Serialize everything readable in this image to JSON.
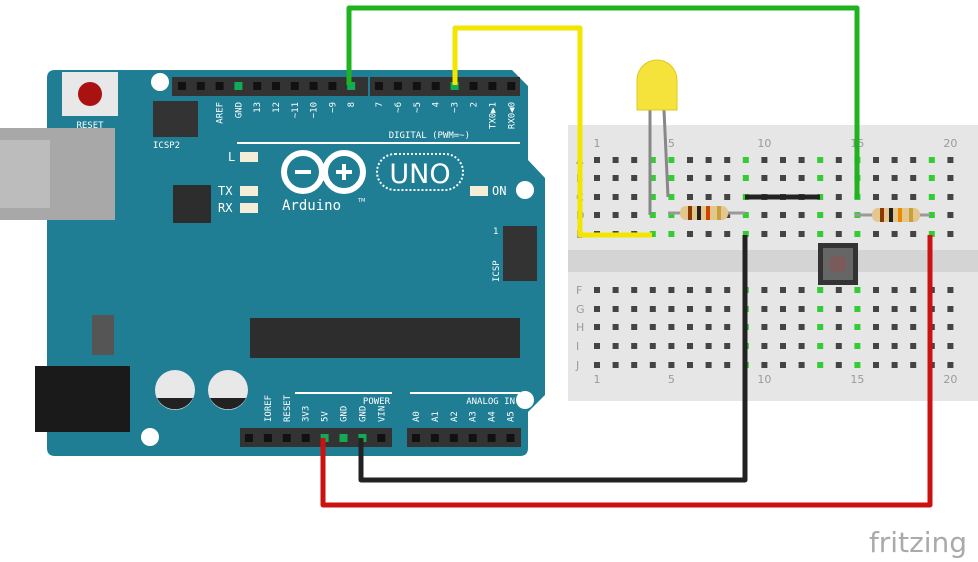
{
  "board": {
    "reset_label": "RESET",
    "icsp2_label": "ICSP2",
    "icsp_label": "ICSP",
    "icsp_pin1": "1",
    "led_l": "L",
    "led_tx": "TX",
    "led_rx": "RX",
    "led_on": "ON",
    "brand": "Arduino",
    "tm": "TM",
    "model": "UNO",
    "digital_label": "DIGITAL (PWM=~)",
    "power_label": "POWER",
    "analog_label": "ANALOG IN",
    "top_left_pins": [
      "",
      "",
      "AREF",
      "GND",
      "13",
      "12",
      "~11",
      "~10",
      "~9",
      "8"
    ],
    "top_right_pins": [
      "7",
      "~6",
      "~5",
      "4",
      "~3",
      "2",
      "TX0▶1",
      "RX0◀0"
    ],
    "power_pins": [
      "",
      "IOREF",
      "RESET",
      "3V3",
      "5V",
      "GND",
      "GND",
      "VIN"
    ],
    "analog_pins": [
      "A0",
      "A1",
      "A2",
      "A3",
      "A4",
      "A5"
    ]
  },
  "breadboard": {
    "rows_top": [
      "A",
      "B",
      "C",
      "D",
      "E"
    ],
    "rows_bottom": [
      "F",
      "G",
      "H",
      "I",
      "J"
    ],
    "col_numbers": [
      "1",
      "5",
      "10",
      "15",
      "20"
    ]
  },
  "colors": {
    "board": "#1f7d94",
    "wire_green": "#1fb41f",
    "wire_yellow": "#f2e600",
    "wire_red": "#cc1111",
    "wire_black": "#222222",
    "led": "#f5e23a"
  },
  "logo": "fritzing"
}
